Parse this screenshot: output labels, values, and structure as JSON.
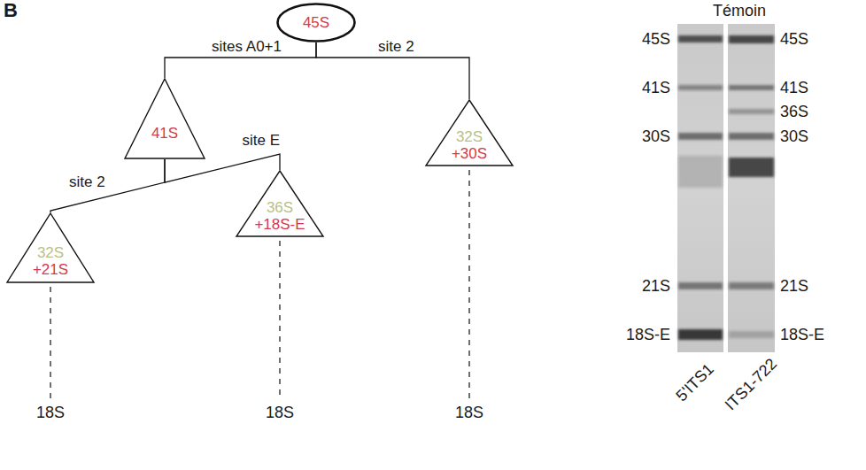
{
  "diagram": {
    "nodes": [
      {
        "text": [
          "45S"
        ]
      },
      {
        "text": [
          "41S"
        ]
      },
      {
        "text": [
          "32S",
          "+30S"
        ]
      },
      {
        "text": [
          "36S",
          "+18S-E"
        ]
      },
      {
        "text": [
          "32S",
          "+21S"
        ]
      }
    ],
    "edges": [
      {
        "from": 0,
        "to": 1,
        "arrow": "none",
        "label": "sites A0+1"
      },
      {
        "from": 0,
        "to": 2,
        "arrow": "none",
        "label": "site 2"
      },
      {
        "from": 1,
        "to": 3,
        "arrow": "none",
        "label": "site E"
      },
      {
        "from": 1,
        "to": 4,
        "arrow": "none",
        "label": "site 2"
      }
    ],
    "labels": [
      "B",
      "18S",
      "18S",
      "18S",
      "Témoin",
      "45S",
      "41S",
      "30S",
      "21S",
      "18S-E",
      "45S",
      "41S",
      "36S",
      "30S",
      "21S",
      "18S-E",
      "5'ITS1",
      "ITS1-722"
    ]
  }
}
